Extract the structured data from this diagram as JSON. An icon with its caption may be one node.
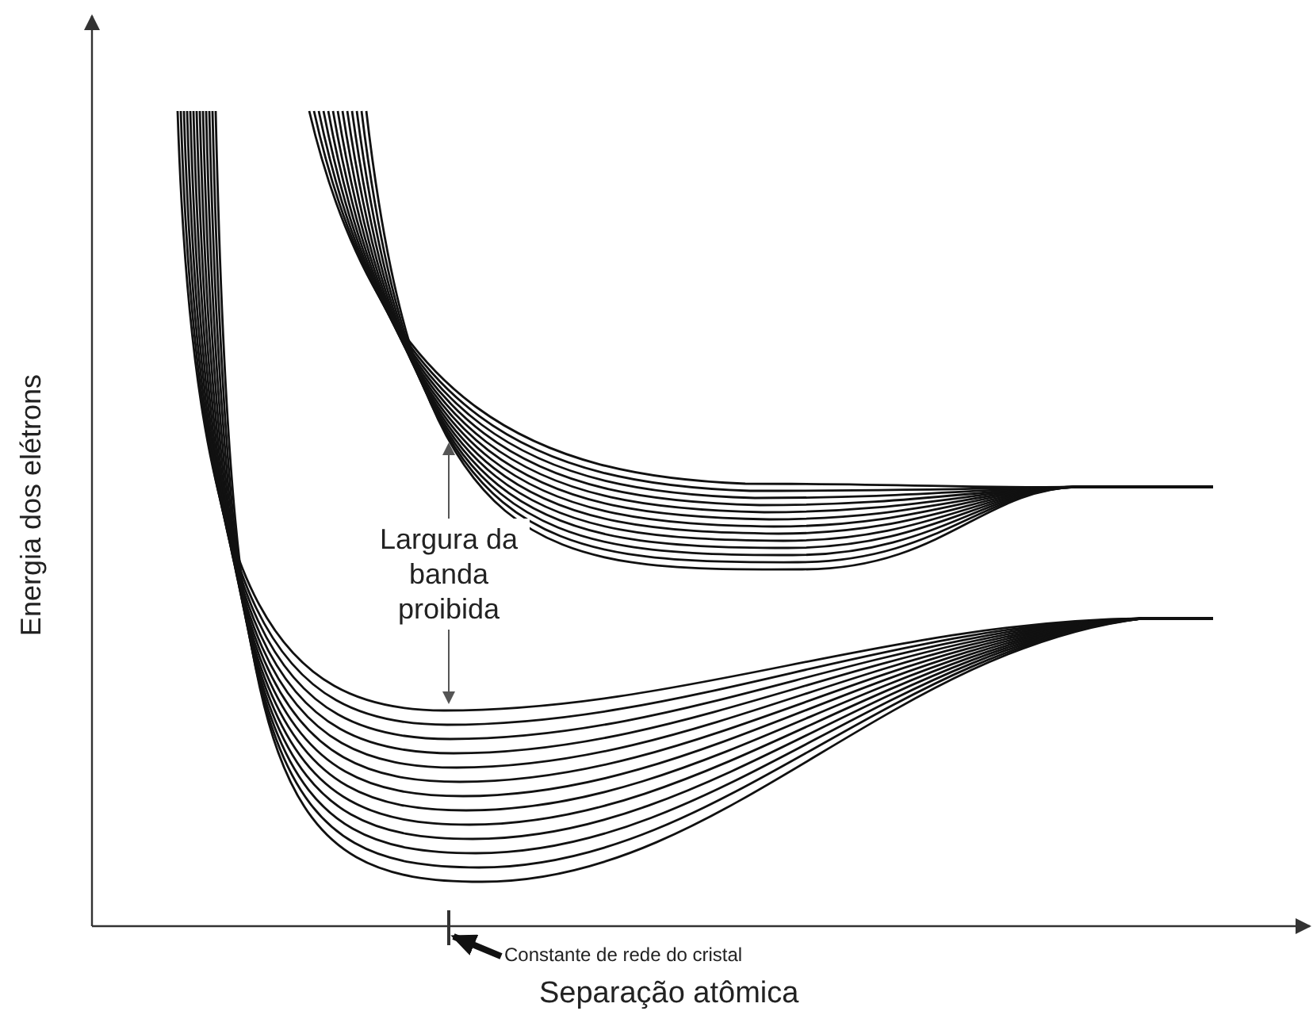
{
  "diagram": {
    "nodes": [
      {
        "text": [
          "Constante de rede do cristal"
        ]
      },
      {
        "text": [],
        "shape": "bar"
      }
    ],
    "edges": [
      {
        "from": 0,
        "to": 1,
        "arrow": "to"
      }
    ],
    "labels": [
      "Energia dos elétrons",
      "Largura da banda proibida",
      "Separação atômica"
    ]
  }
}
